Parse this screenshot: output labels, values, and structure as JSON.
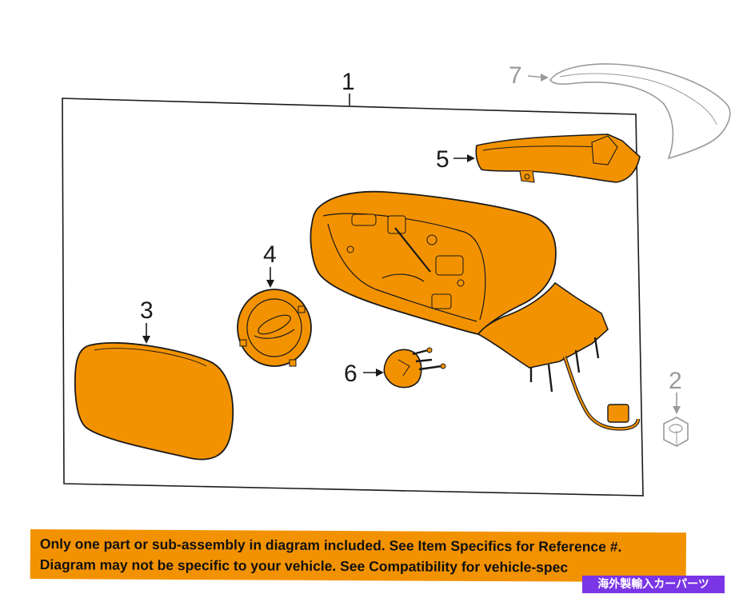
{
  "callouts": {
    "c1": "1",
    "c2": "2",
    "c3": "3",
    "c4": "4",
    "c5": "5",
    "c6": "6",
    "c7": "7"
  },
  "banner": {
    "line1": "Only one part or sub-assembly in diagram included. See Item Specifics for Reference #.",
    "line2": "Diagram may not be specific to your vehicle. See Compatibility for vehicle-spec"
  },
  "badge": {
    "label": "海外製輸入カーパーツ"
  },
  "colors": {
    "part_fill": "#f39200",
    "line": "#1a1a1a",
    "banner_bg": "#f39200",
    "badge_bg": "#7a35e6",
    "unhighlighted": "#9a9a9a"
  }
}
